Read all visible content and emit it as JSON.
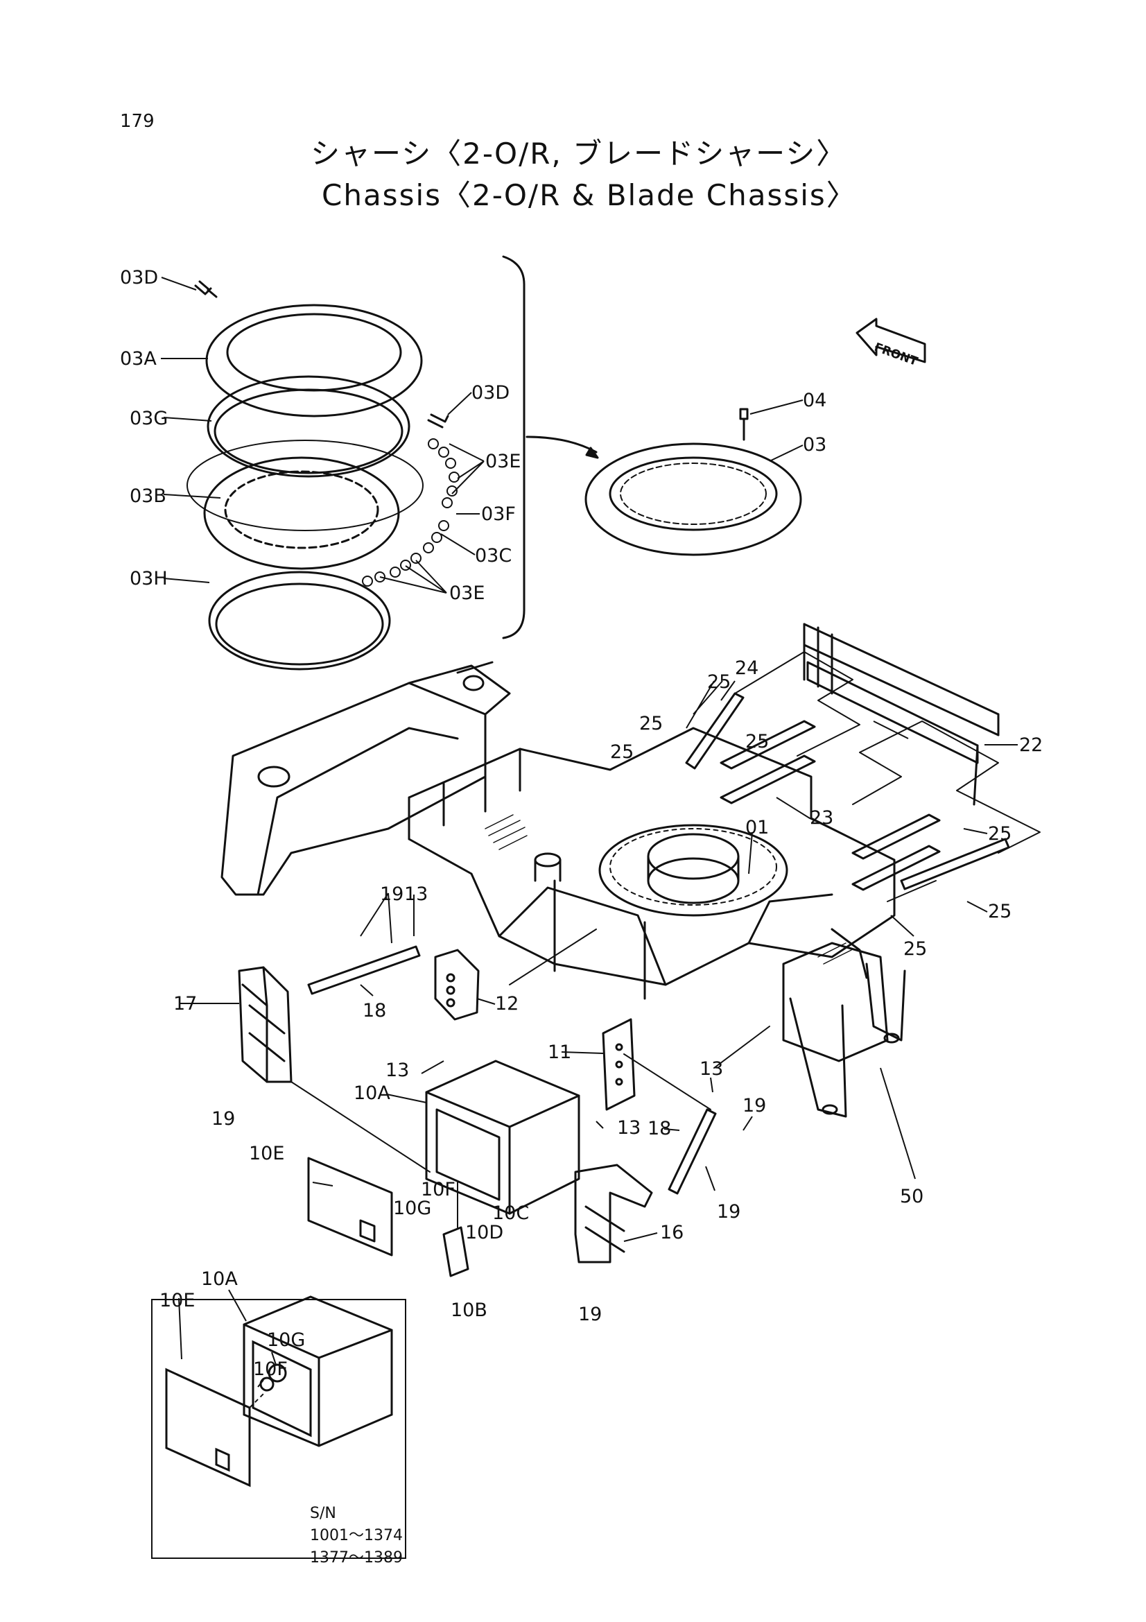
{
  "page_number": "179",
  "title_jp": "シャーシ〈2-O/R, ブレードシャーシ〉",
  "title_en": "Chassis〈2-O/R & Blade Chassis〉",
  "front_indicator": "FRONT",
  "labels": {
    "l_03D_a": "03D",
    "l_03A": "03A",
    "l_03G": "03G",
    "l_03B": "03B",
    "l_03H": "03H",
    "l_03D_b": "03D",
    "l_03E_a": "03E",
    "l_03F": "03F",
    "l_03C": "03C",
    "l_03E_b": "03E",
    "l_04": "04",
    "l_03": "03",
    "l_24": "24",
    "l_25_a": "25",
    "l_25_b": "25",
    "l_25_c": "25",
    "l_25_d": "25",
    "l_25_e": "25",
    "l_25_f": "25",
    "l_25_g": "25",
    "l_22": "22",
    "l_23": "23",
    "l_01": "01",
    "l_19_a": "19",
    "l_13_a": "13",
    "l_17": "17",
    "l_18_a": "18",
    "l_12": "12",
    "l_19_b": "19",
    "l_13_b": "13",
    "l_10A": "10A",
    "l_11": "11",
    "l_13_c": "13",
    "l_13_d": "13",
    "l_19_c": "19",
    "l_18_b": "18",
    "l_10E": "10E",
    "l_10F": "10F",
    "l_10G": "10G",
    "l_10C": "10C",
    "l_10D": "10D",
    "l_19_d": "19",
    "l_16": "16",
    "l_50": "50",
    "l_10B": "10B",
    "l_19_e": "19"
  },
  "inset": {
    "l_10A": "10A",
    "l_10E": "10E",
    "l_10G": "10G",
    "l_10F": "10F",
    "sn_label": "S/N",
    "sn_range_1": "1001～1374",
    "sn_range_2": "1377～1389"
  }
}
